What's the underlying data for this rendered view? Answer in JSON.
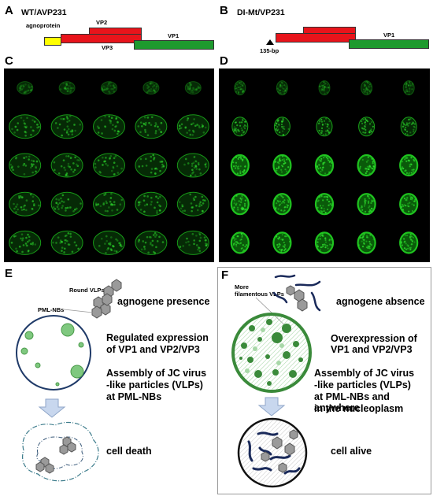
{
  "panels": {
    "A": {
      "letter": "A",
      "title": "WT/AVP231",
      "agno": "agnoprotein",
      "vp2": "VP2",
      "vp3": "VP3",
      "vp1": "VP1"
    },
    "B": {
      "letter": "B",
      "title": "DI-Mt/VP231",
      "vp1": "VP1",
      "site": "135-bp"
    },
    "C": {
      "letter": "C"
    },
    "D": {
      "letter": "D"
    },
    "E": {
      "letter": "E",
      "round_vlps": "Round VLPs",
      "pml": "PML-NBs",
      "presence": "agnogene presence",
      "reg1": "Regulated expression",
      "reg2": "of VP1 and VP2/VP3",
      "asm1": "Assembly of JC virus",
      "asm2": "-like particles (VLPs)",
      "asm3": "at PML-NBs",
      "fate": "cell death"
    },
    "F": {
      "letter": "F",
      "fil1": "More",
      "fil2": "filamentous VLPs",
      "absence": "agnogene absence",
      "over1": "Overexpression of",
      "over2": "VP1 and VP2/VP3",
      "asm1": "Assembly of JC virus",
      "asm2": "-like particles (VLPs)",
      "asm3": "at PML-NBs and anywhere",
      "asm4": "in the nucleoplasm",
      "fate": "cell alive"
    }
  },
  "colors": {
    "agno": "#ffff00",
    "vp2": "#e8141b",
    "vp1": "#1e9a2e",
    "green_signal": "#1fc41f",
    "arrow": "#c8d7ee",
    "nucleus_F": "#3a8a3a"
  }
}
